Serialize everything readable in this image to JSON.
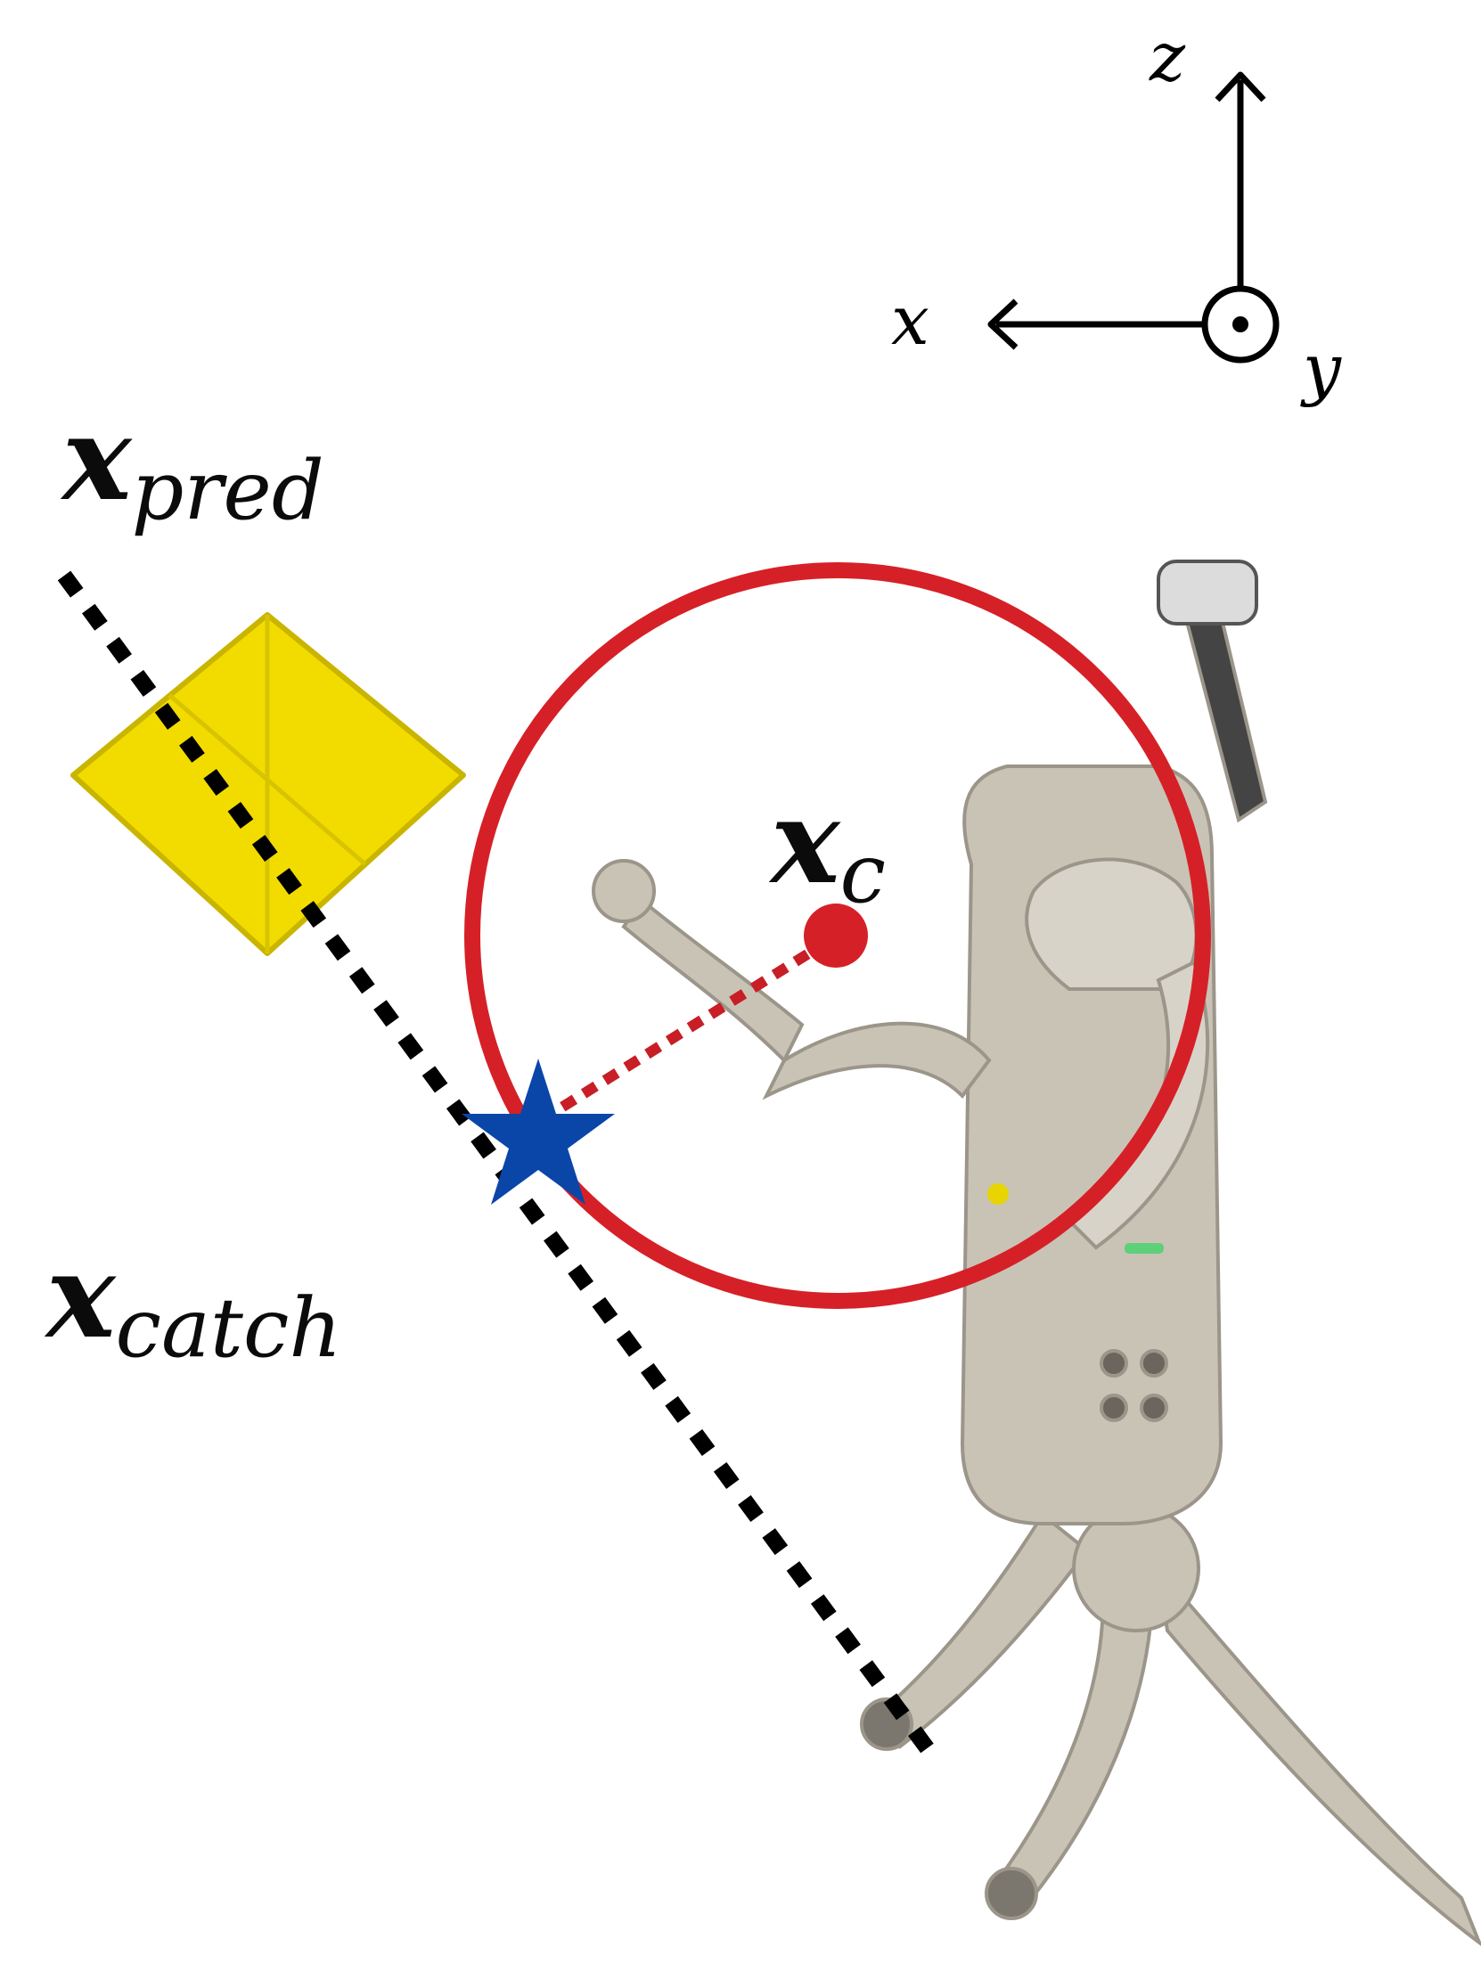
{
  "axes": {
    "x_label": "x",
    "y_label": "y",
    "z_label": "z"
  },
  "labels": {
    "prediction": {
      "main": "x",
      "sub": "pred"
    },
    "center": {
      "main": "x",
      "sub": "c"
    },
    "catch": {
      "main": "x",
      "sub": "catch"
    }
  },
  "colors": {
    "circle": "#d62027",
    "star": "#0a46a8",
    "trajectory": "#000000",
    "object": "#f2dc00",
    "robot": "#c9c3b6"
  }
}
